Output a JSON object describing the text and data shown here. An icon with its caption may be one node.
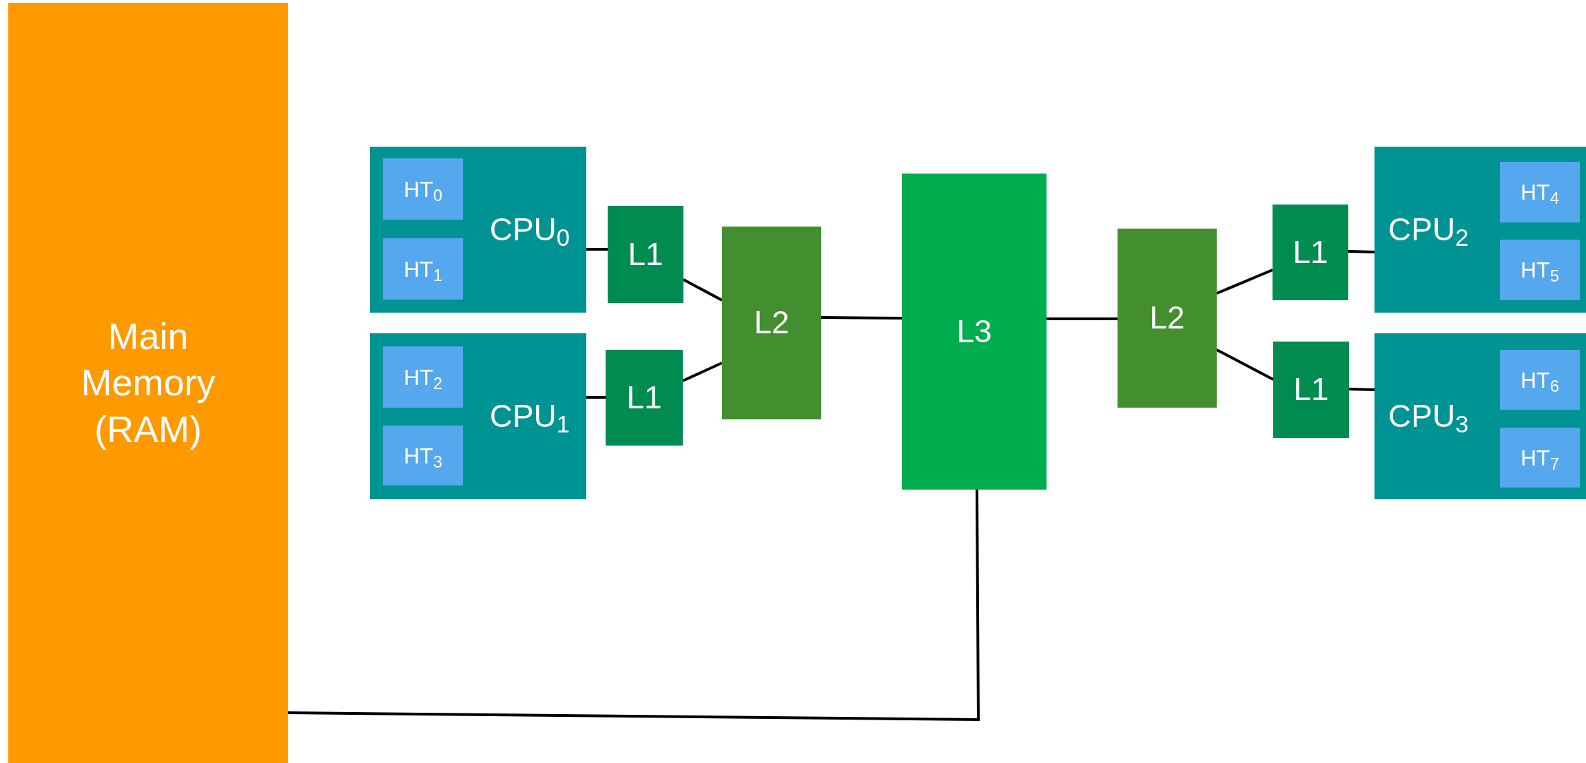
{
  "diagram": {
    "nodes": [
      {
        "text": [
          "Main Memory (RAM)"
        ]
      },
      {
        "text": [
          "CPU$_{0}$"
        ]
      },
      {
        "text": [
          "HT$_{0}$"
        ],
        "in": 1
      },
      {
        "text": [
          "HT$_{1}$"
        ],
        "in": 1
      },
      {
        "text": [
          "CPU$_{1}$"
        ]
      },
      {
        "text": [
          "HT$_{2}$"
        ],
        "in": 4
      },
      {
        "text": [
          "HT$_{3}$"
        ],
        "in": 4
      },
      {
        "text": [
          "L1"
        ]
      },
      {
        "text": [
          "L1"
        ]
      },
      {
        "text": [
          "L2"
        ]
      },
      {
        "text": [
          "L3"
        ]
      },
      {
        "text": [
          "L2"
        ]
      },
      {
        "text": [
          "L1"
        ]
      },
      {
        "text": [
          "L1"
        ]
      },
      {
        "text": [
          "CPU$_{2}$"
        ]
      },
      {
        "text": [
          "HT$_{4}$"
        ],
        "in": 14
      },
      {
        "text": [
          "HT$_{5}$"
        ],
        "in": 14
      },
      {
        "text": [
          "CPU$_{3}$"
        ]
      },
      {
        "text": [
          "HT$_{6}$"
        ],
        "in": 17
      },
      {
        "text": [
          "HT$_{7}$"
        ],
        "in": 17
      }
    ],
    "edges": [
      {
        "from": 1,
        "to": 7,
        "arrow": "none"
      },
      {
        "from": 4,
        "to": 8,
        "arrow": "none"
      },
      {
        "from": 7,
        "to": 9,
        "arrow": "none"
      },
      {
        "from": 8,
        "to": 9,
        "arrow": "none"
      },
      {
        "from": 9,
        "to": 10,
        "arrow": "none"
      },
      {
        "from": 10,
        "to": 11,
        "arrow": "none"
      },
      {
        "from": 11,
        "to": 12,
        "arrow": "none"
      },
      {
        "from": 11,
        "to": 13,
        "arrow": "none"
      },
      {
        "from": 12,
        "to": 14,
        "arrow": "none"
      },
      {
        "from": 13,
        "to": 17,
        "arrow": "none"
      },
      {
        "from": 10,
        "to": 0,
        "arrow": "none"
      }
    ]
  }
}
